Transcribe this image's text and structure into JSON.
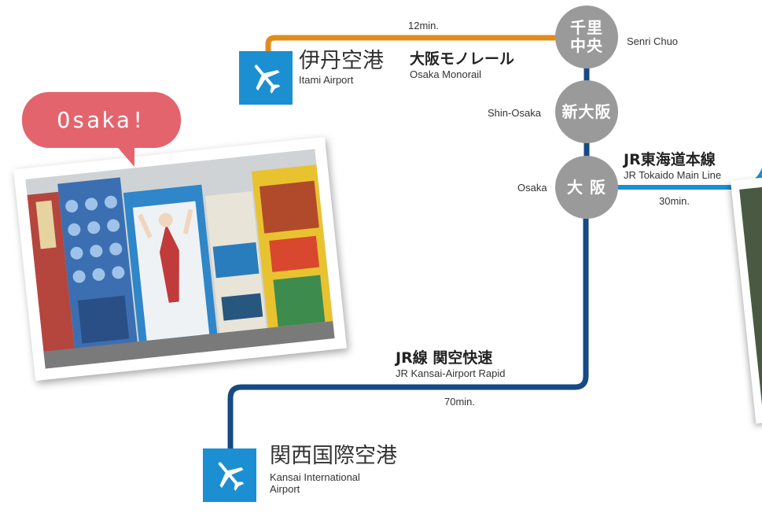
{
  "colors": {
    "monorail": "#e08c18",
    "jr_dark": "#164a84",
    "jr_light": "#1b8fd2",
    "station": "#9a9a9a",
    "airport_icon_bg": "#1b8fd2",
    "bubble": "#e3646d"
  },
  "bubble": {
    "text": "Osaka!"
  },
  "times": {
    "monorail": "12min.",
    "tokaido": "30min.",
    "kansai_rapid": "70min."
  },
  "lines": {
    "monorail": {
      "jp": "大阪モノレール",
      "en": "Osaka Monorail"
    },
    "tokaido": {
      "jp": "JR東海道本線",
      "en": "JR Tokaido Main Line"
    },
    "kansai_rapid": {
      "jp": "JR線 関空快速",
      "en": "JR Kansai-Airport Rapid"
    }
  },
  "stations": {
    "senri_chuo": {
      "jp_line1": "千里",
      "jp_line2": "中央",
      "en": "Senri Chuo"
    },
    "shin_osaka": {
      "jp": "新大阪",
      "en": "Shin-Osaka"
    },
    "osaka": {
      "jp": "大 阪",
      "en": "Osaka"
    }
  },
  "airports": {
    "itami": {
      "jp": "伊丹空港",
      "en": "Itami Airport",
      "icon": "airplane-icon"
    },
    "kansai": {
      "jp": "関西国際空港",
      "en_line1": "Kansai International",
      "en_line2": "Airport",
      "icon": "airplane-icon"
    }
  },
  "photos": {
    "main": {
      "subject": "dotonbori-signboards-photo"
    },
    "right": {
      "subject": "partial-photo"
    }
  }
}
